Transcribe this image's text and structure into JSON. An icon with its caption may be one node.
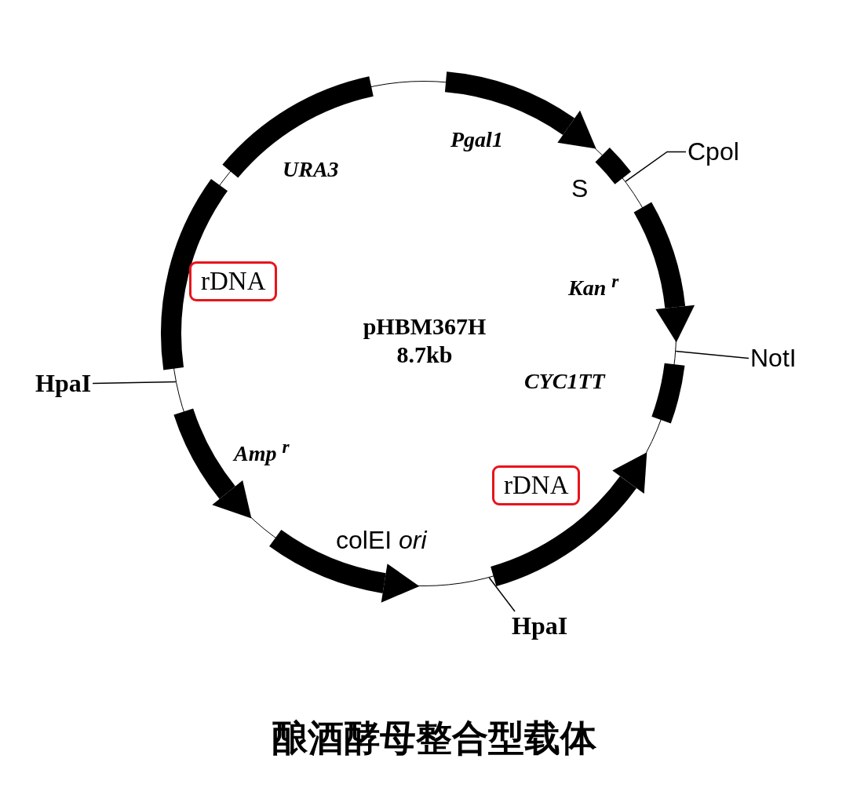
{
  "diagram": {
    "caption": "酿酒酵母整合型载体",
    "nodes": [
      {
        "text": [
          "pHBM367H 8.7kb"
        ]
      },
      {
        "text": [
          "rDNA"
        ],
        "in": 0
      },
      {
        "text": [
          "rDNA"
        ],
        "in": 0
      },
      {
        "text": [
          "HpaI"
        ]
      },
      {
        "text": [
          "Cpol"
        ]
      },
      {
        "text": [
          "NotI"
        ]
      },
      {
        "text": [
          "HpaI"
        ]
      }
    ],
    "edges": [
      {
        "from": 3,
        "to": 0,
        "arrow": "none"
      },
      {
        "from": 4,
        "to": 0,
        "arrow": "none"
      },
      {
        "from": 5,
        "to": 0,
        "arrow": "none"
      },
      {
        "from": 6,
        "to": 0,
        "arrow": "none"
      }
    ],
    "labels": [
      "URA3",
      "Pgal1",
      "S",
      "Kan $^{r}$",
      "CYC1TT",
      "Amp $^{r}$",
      "colEI *ori*"
    ]
  }
}
